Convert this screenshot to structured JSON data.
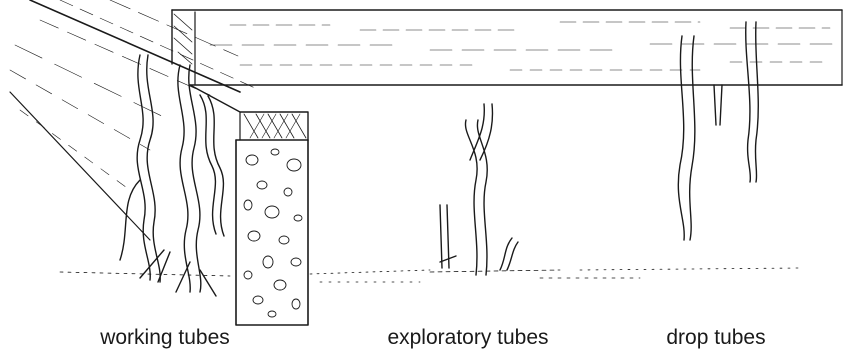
{
  "labels": {
    "working": "working tubes",
    "exploratory": "exploratory tubes",
    "drop": "drop tubes"
  },
  "colors": {
    "ink": "#1a1a1a",
    "background": "#ffffff"
  }
}
